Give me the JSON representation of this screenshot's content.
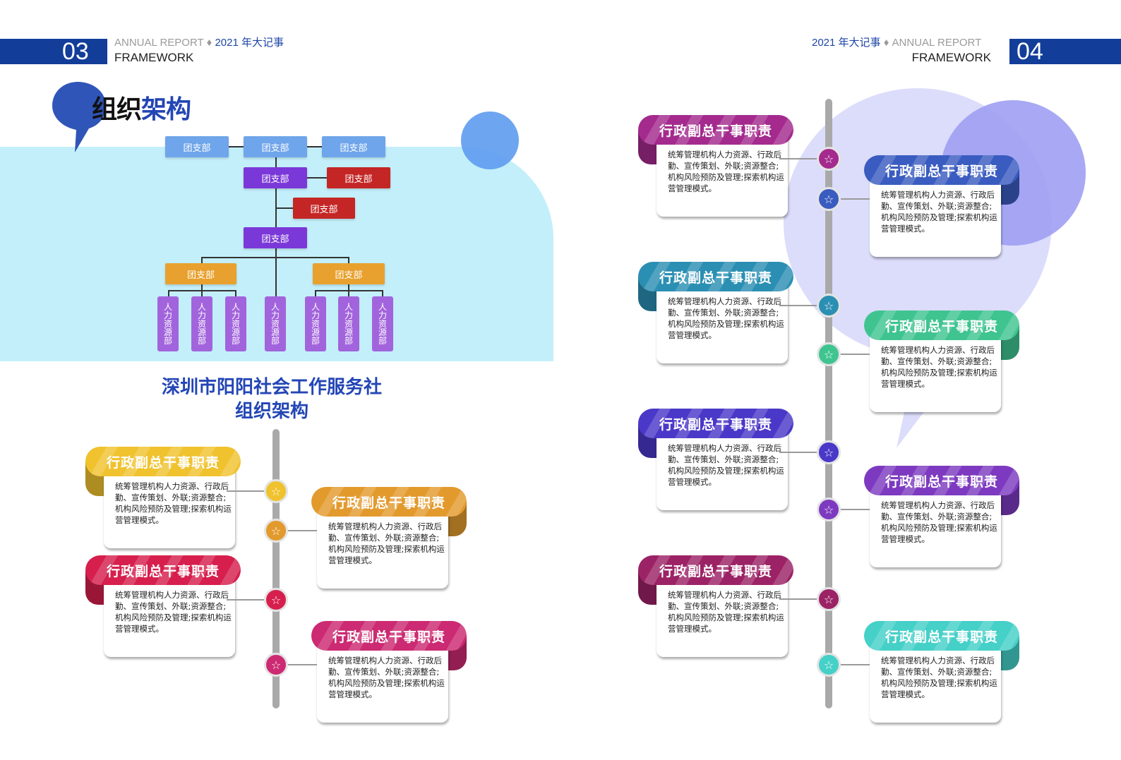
{
  "header": {
    "left": {
      "page_num": "03",
      "annual": "ANNUAL REPORT",
      "diamond": "♦",
      "year": "2021 年大记事",
      "framework": "FRAMEWORK"
    },
    "right": {
      "page_num": "04",
      "annual": "ANNUAL REPORT",
      "diamond": "♦",
      "year": "2021 年大记事",
      "framework": "FRAMEWORK"
    }
  },
  "section_title": "组织架构",
  "org_chart": {
    "branch_label": "团支部",
    "hr_label": "人力资源部"
  },
  "org_title": {
    "line1": "深圳市阳阳社会工作服务社",
    "line2": "组织架构"
  },
  "card_title": "行政副总干事职责",
  "card_text": "统筹管理机构人力资源、行政后勤、宣传策划、外联;资源整合;机构风险预防及管理;探索机构运营管理模式。",
  "star_icon": "☆",
  "colors": {
    "yellow": "#f0c22e",
    "orange": "#e39a2d",
    "red": "#d61f4d",
    "magenta": "#cc2a72",
    "purple_magenta": "#a42a8e",
    "royal_blue": "#3a5cc0",
    "teal": "#2b8fb3",
    "green": "#3fc490",
    "indigo": "#4a38c8",
    "violet": "#7d3ac0",
    "plum": "#9c2266",
    "cyan": "#45d0c8",
    "page_bar": "#123d99",
    "light_bg": "#c3effa"
  }
}
